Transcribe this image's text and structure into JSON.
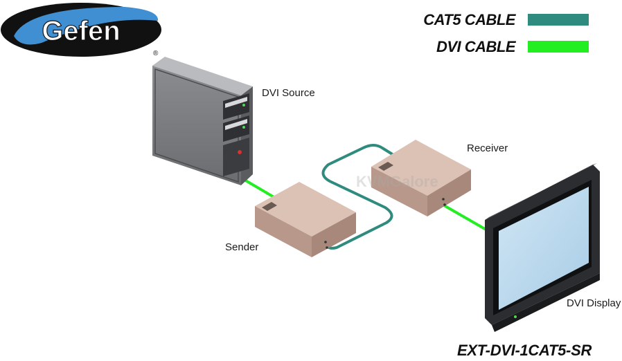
{
  "brand": {
    "logo_text": "Gefen",
    "registered_mark": "®"
  },
  "legend": {
    "items": [
      {
        "label": "CAT5 CABLE",
        "color": "#2e8b7e"
      },
      {
        "label": "DVI CABLE",
        "color": "#22ee22"
      }
    ]
  },
  "devices": {
    "source": "DVI Source",
    "sender": "Sender",
    "receiver": "Receiver",
    "display": "DVI Display"
  },
  "watermark": "KVMGalore",
  "model": "EXT-DVI-1CAT5-SR",
  "colors": {
    "cat5": "#2e8b7e",
    "dvi": "#22ee22",
    "box": "#c8a898",
    "screen": "#b8d8ec"
  }
}
